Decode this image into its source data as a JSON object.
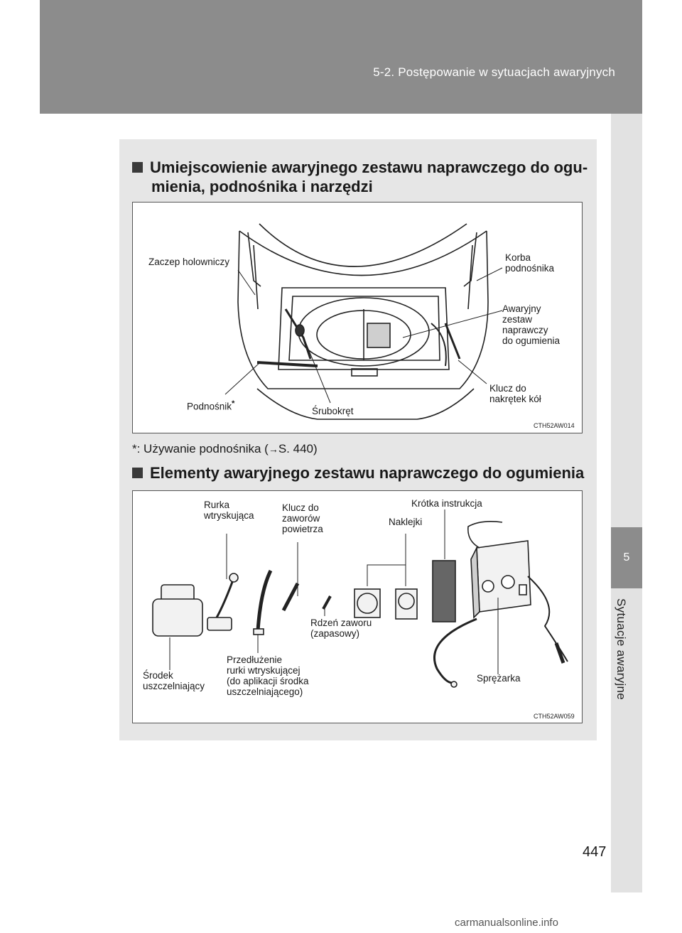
{
  "header": {
    "section_title": "5-2. Postępowanie w sytuacjach awaryjnych"
  },
  "side_tab": {
    "chapter_number": "5",
    "chapter_title": "Sytuacje awaryjne"
  },
  "section1": {
    "heading": "Umiejscowienie awaryjnego zestawu naprawczego do ogu-mienia, podnośnika i narzędzi",
    "figure": {
      "code": "CTH52AW014",
      "labels": {
        "tow_hook": "Zaczep holowniczy",
        "jack_handle": "Korba\npodnośnika",
        "repair_kit": "Awaryjny\nzestaw\nnaprawczy\ndo ogumienia",
        "wheel_nut_wrench": "Klucz do\nnakrętek kół",
        "jack": "Podnośnik",
        "jack_asterisk": "*",
        "screwdriver": "Śrubokręt"
      }
    },
    "note_prefix": "*: Używanie podnośnika (",
    "note_arrow": "→",
    "note_ref": "S. 440)"
  },
  "section2": {
    "heading": "Elementy awaryjnego zestawu naprawczego do ogumienia",
    "figure": {
      "code": "CTH52AW059",
      "labels": {
        "injection_hose": "Rurka\nwtryskująca",
        "valve_wrench": "Klucz do\nzaworów\npowietrza",
        "quick_guide": "Krótka instrukcja",
        "stickers": "Naklejki",
        "valve_core": "Rdzeń zaworu\n(zapasowy)",
        "extension": "Przedłużenie\nrurki wtryskującej\n(do aplikacji środka\nuszczelniającego)",
        "sealant": "Środek\nuszczelniający",
        "compressor": "Sprężarka"
      }
    }
  },
  "page_number": "447",
  "watermark": "carmanualsonline.info"
}
